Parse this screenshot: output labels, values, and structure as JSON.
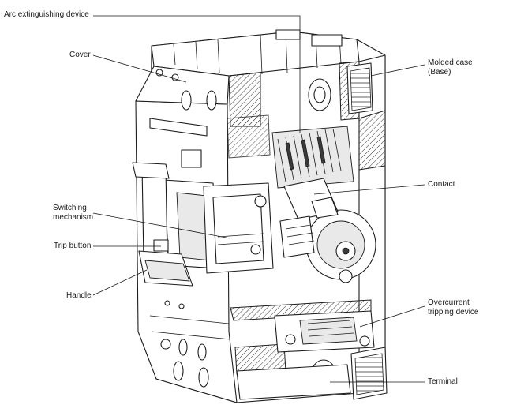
{
  "labels": {
    "arc": "Arc extinguishing device",
    "cover": "Cover",
    "molded_case_1": "Molded case",
    "molded_case_2": "(Base)",
    "contact": "Contact",
    "switching_1": "Switching",
    "switching_2": "mechanism",
    "trip_button": "Trip button",
    "handle": "Handle",
    "overcurrent_1": "Overcurrent",
    "overcurrent_2": "tripping device",
    "terminal": "Terminal"
  }
}
